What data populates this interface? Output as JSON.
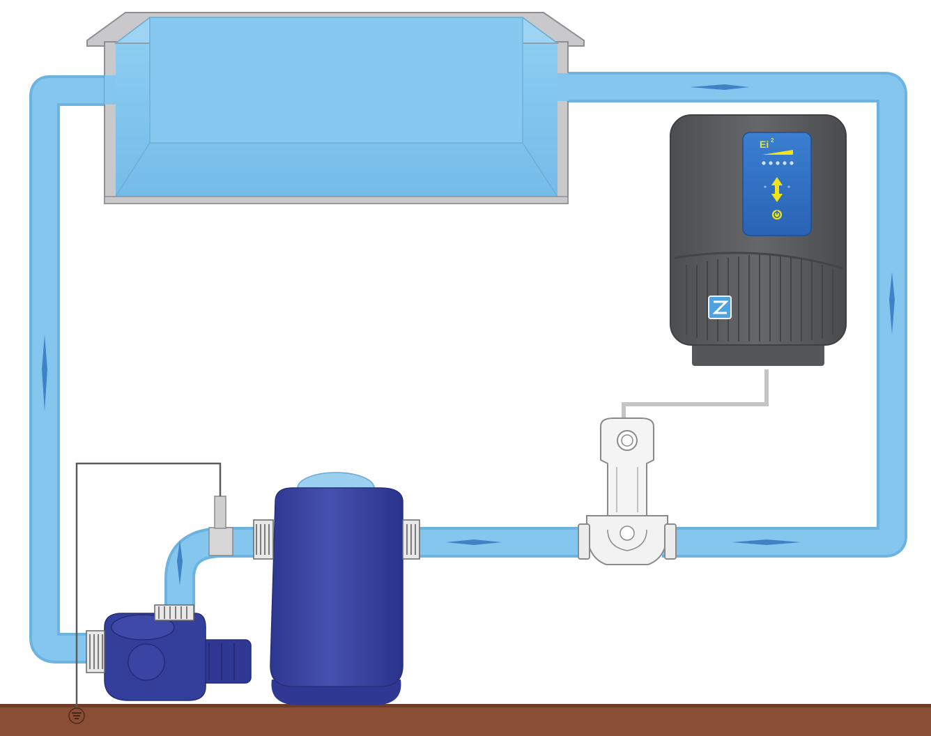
{
  "diagram": {
    "device": {
      "brand_label": "Ei",
      "brand_superscript": "2",
      "indicator_leds": 5
    },
    "colors": {
      "water": "#7cc0ea",
      "water_dark": "#4a95cf",
      "pool_wall": "#c9c9cb",
      "device_body": "#5f6062",
      "device_panel": "#2f6fc1",
      "device_accent": "#f2e21a",
      "pump": "#343f9c",
      "filter": "#3a44a1",
      "ground": "#8a4e34",
      "cell": "#ececec"
    },
    "icons": [
      "power-icon",
      "up-down-arrow-icon",
      "zodiac-logo",
      "ground-symbol-icon",
      "flow-arrow-icon"
    ]
  }
}
